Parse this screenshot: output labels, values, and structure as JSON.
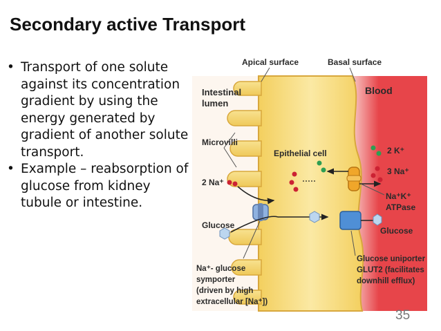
{
  "slide": {
    "title": "Secondary active Transport",
    "bullets": [
      {
        "marker": "•",
        "text": "Transport of one solute against its concentration gradient by using the energy generated by gradient of another solute transport."
      },
      {
        "marker": "•",
        "text": "Example – reabsorption of glucose from kidney tubule or intestine."
      }
    ],
    "page_number": "35"
  },
  "diagram": {
    "labels": {
      "apical_surface": "Apical surface",
      "basal_surface": "Basal surface",
      "intestinal": "Intestinal",
      "lumen": "lumen",
      "blood": "Blood",
      "microvilli": "Microvilli",
      "epithelial_cell": "Epithelial cell",
      "two_na": "2 Na⁺",
      "glucose_left": "Glucose",
      "two_k": "2 K⁺",
      "three_na": "3 Na⁺",
      "na_k": "Na⁺K⁺",
      "atpase": "ATPase",
      "glucose_right": "Glucose",
      "uniporter_1": "Glucose uniporter",
      "uniporter_2": "GLUT2 (facilitates",
      "uniporter_3": "downhill efflux)",
      "symporter_1": "Na⁺- glucose",
      "symporter_2": "symporter",
      "symporter_3": "(driven by high",
      "symporter_4": "extracellular [Na⁺])"
    },
    "colors": {
      "cell": "#f6dc7c",
      "cell_edge": "#d8a73c",
      "lumen": "#fdf6ef",
      "blood": "#e7454a",
      "na_ion": "#cc2233",
      "k_ion": "#2e9e52",
      "glucose": "#bcd6ef",
      "transporter": "#4f8fd6",
      "pump": "#f0a62a"
    }
  }
}
